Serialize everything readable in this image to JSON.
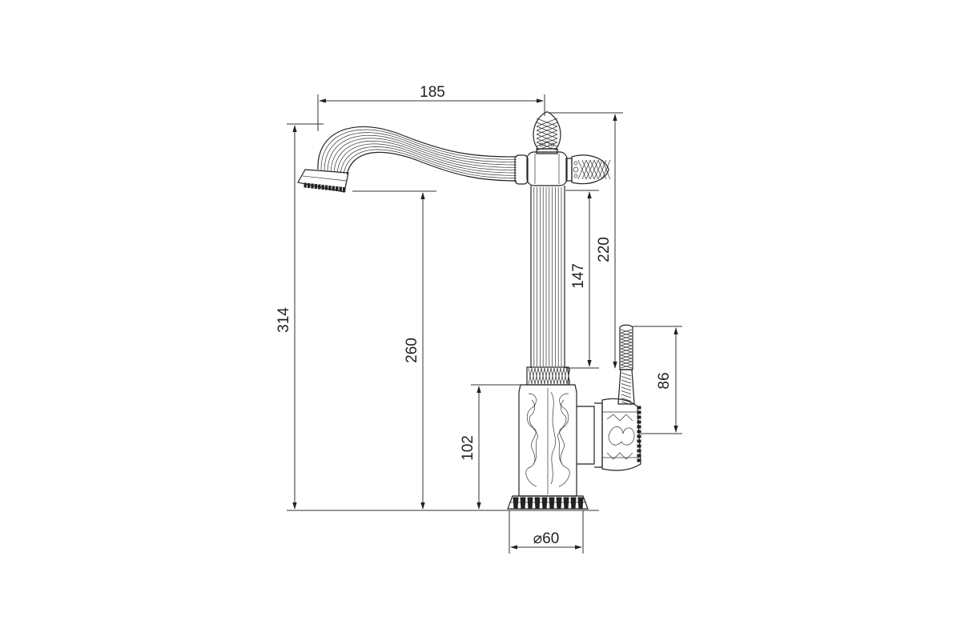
{
  "dimensions": {
    "spout_reach": "185",
    "total_height": "314",
    "spout_clearance": "260",
    "handle_top_height": "220",
    "stem_length": "147",
    "lever_length": "86",
    "body_height": "102",
    "base_diameter": "⌀60"
  }
}
